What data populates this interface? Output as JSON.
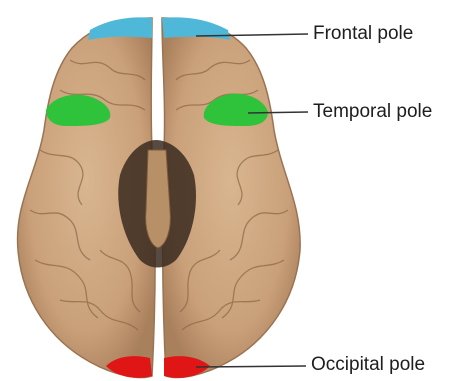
{
  "labels": {
    "frontal": "Frontal pole",
    "temporal": "Temporal pole",
    "occipital": "Occipital pole"
  },
  "colors": {
    "cortex": "#cfa881",
    "cortex_shadow": "#8f6a48",
    "frontal_pole": "#4fb8d8",
    "temporal_pole": "#2fc23b",
    "occipital_pole": "#e01515",
    "leader_line": "#333333"
  }
}
